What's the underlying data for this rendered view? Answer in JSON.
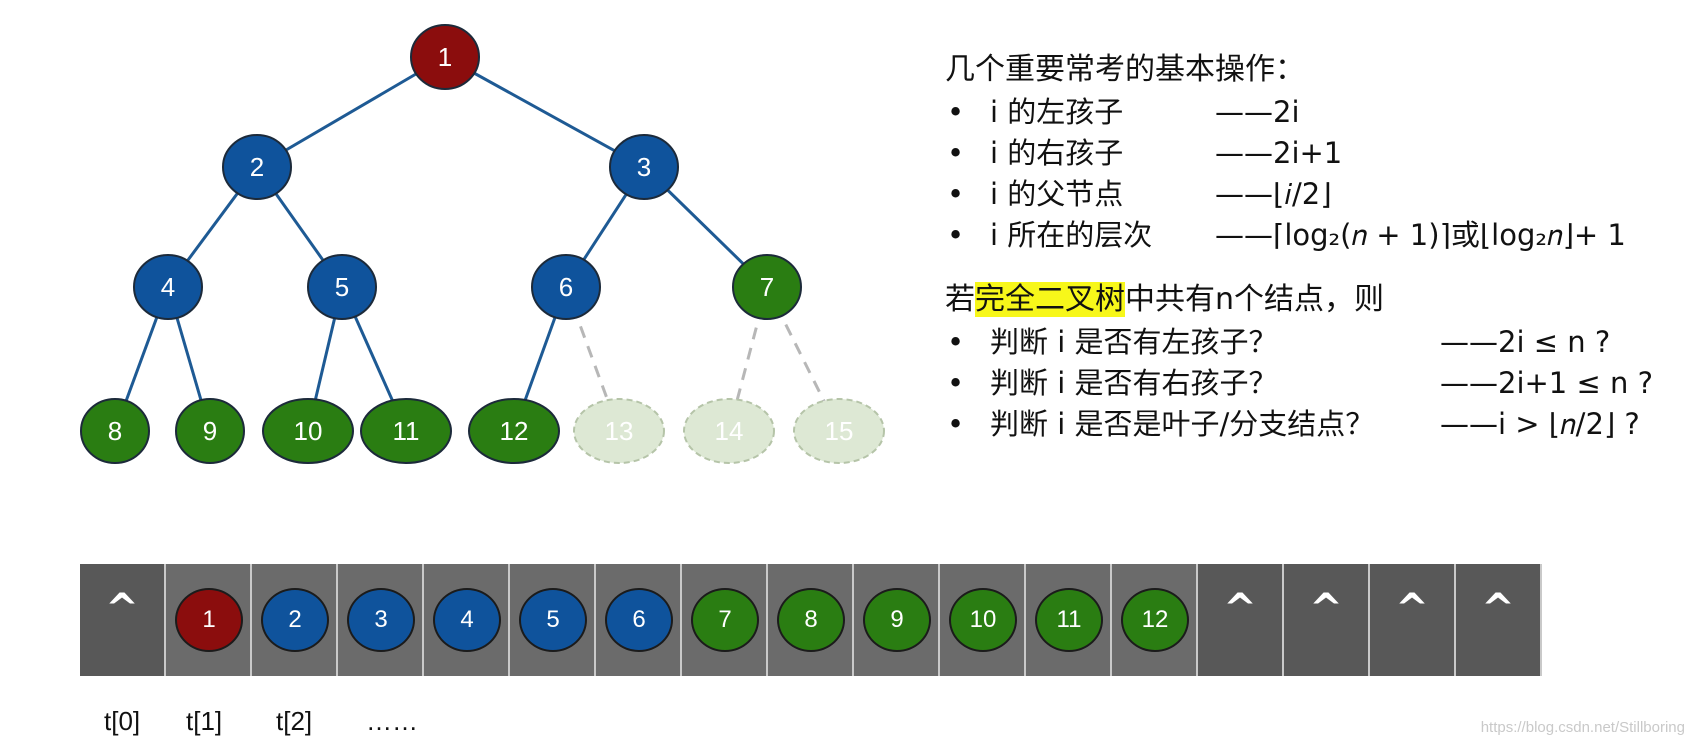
{
  "tree": {
    "nodes": [
      {
        "label": "1",
        "color": "#8b0d0d",
        "ghost": false
      },
      {
        "label": "2",
        "color": "#0f539c",
        "ghost": false
      },
      {
        "label": "3",
        "color": "#0f539c",
        "ghost": false
      },
      {
        "label": "4",
        "color": "#0f539c",
        "ghost": false
      },
      {
        "label": "5",
        "color": "#0f539c",
        "ghost": false
      },
      {
        "label": "6",
        "color": "#0f539c",
        "ghost": false
      },
      {
        "label": "7",
        "color": "#2a7d12",
        "ghost": false
      },
      {
        "label": "8",
        "color": "#2a7d12",
        "ghost": false
      },
      {
        "label": "9",
        "color": "#2a7d12",
        "ghost": false
      },
      {
        "label": "10",
        "color": "#2a7d12",
        "ghost": false
      },
      {
        "label": "11",
        "color": "#2a7d12",
        "ghost": false
      },
      {
        "label": "12",
        "color": "#2a7d12",
        "ghost": false
      },
      {
        "label": "13",
        "color": "#dde8d4",
        "ghost": true
      },
      {
        "label": "14",
        "color": "#dde8d4",
        "ghost": true
      },
      {
        "label": "15",
        "color": "#dde8d4",
        "ghost": true
      }
    ],
    "edge_color": "#1e5a94",
    "ghost_edge_color": "#b7b7b7"
  },
  "ops": {
    "title": "几个重要常考的基本操作：",
    "items": [
      {
        "bullet": "•",
        "desc": "i 的左孩子",
        "val": "——2i"
      },
      {
        "bullet": "•",
        "desc": "i 的右孩子",
        "val": "——2i+1"
      },
      {
        "bullet": "•",
        "desc": "i 的父节点",
        "val": "——⌊𝑖/2⌋"
      },
      {
        "bullet": "•",
        "desc": "i 所在的层次",
        "val": "——⌈log₂(𝑛 + 1)⌉或⌊log₂𝑛⌋+ 1"
      }
    ]
  },
  "cond": {
    "title_prefix": "若",
    "title_highlight": "完全二叉树",
    "title_suffix": "中共有n个结点，则",
    "highlight_color": "#f7f71a",
    "items": [
      {
        "bullet": "•",
        "desc": "判断 i 是否有左孩子？",
        "val": "——2i ≤ n ?"
      },
      {
        "bullet": "•",
        "desc": "判断 i 是否有右孩子？",
        "val": "——2i+1 ≤ n ?"
      },
      {
        "bullet": "•",
        "desc": "判断 i 是否是叶子/分支结点？",
        "val": "——i > ⌊𝑛/2⌋ ?"
      }
    ]
  },
  "array": {
    "cells": [
      {
        "type": "caret",
        "text": "^"
      },
      {
        "type": "ball",
        "text": "1",
        "color": "red"
      },
      {
        "type": "ball",
        "text": "2",
        "color": "blue"
      },
      {
        "type": "ball",
        "text": "3",
        "color": "blue"
      },
      {
        "type": "ball",
        "text": "4",
        "color": "blue"
      },
      {
        "type": "ball",
        "text": "5",
        "color": "blue"
      },
      {
        "type": "ball",
        "text": "6",
        "color": "blue"
      },
      {
        "type": "ball",
        "text": "7",
        "color": "green"
      },
      {
        "type": "ball",
        "text": "8",
        "color": "green"
      },
      {
        "type": "ball",
        "text": "9",
        "color": "green"
      },
      {
        "type": "ball",
        "text": "10",
        "color": "green"
      },
      {
        "type": "ball",
        "text": "11",
        "color": "green"
      },
      {
        "type": "ball",
        "text": "12",
        "color": "green"
      },
      {
        "type": "caret",
        "text": "^"
      },
      {
        "type": "caret",
        "text": "^"
      },
      {
        "type": "caret",
        "text": "^"
      },
      {
        "type": "caret",
        "text": "^"
      }
    ],
    "indices": [
      "t[0]",
      "t[1]",
      "t[2]",
      "……"
    ]
  },
  "watermark": "https://blog.csdn.net/Stillboring"
}
